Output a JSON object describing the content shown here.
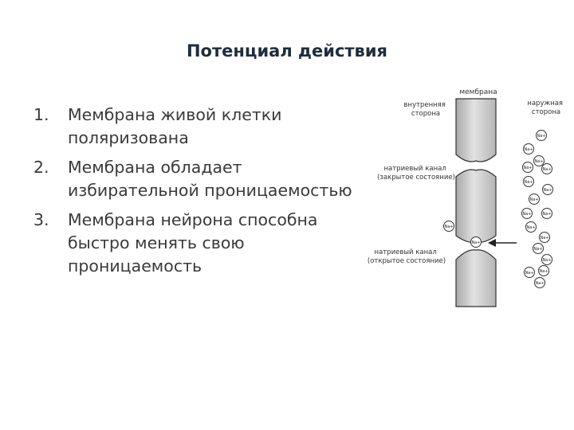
{
  "slide": {
    "title": "Потенциал действия",
    "items": [
      {
        "num": "1.",
        "text": "Мембрана живой клетки\nполяризована"
      },
      {
        "num": "2.",
        "text": "Мембрана обладает\nизбирательной проницаемостью"
      },
      {
        "num": "3.",
        "text": "Мембрана нейрона способна\nбыстро менять свою\nпроницаемость"
      }
    ]
  },
  "diagram": {
    "membrane_label": "мембрана",
    "inner_side": [
      "внутренняя",
      "сторона"
    ],
    "outer_side": [
      "наружная",
      "сторона"
    ],
    "closed_channel": [
      "натриевый канал",
      "(закрытое состояние)"
    ],
    "open_channel": [
      "натриевый канал",
      "(открытое состояние)"
    ],
    "ion_label": "Na+",
    "colors": {
      "title": "#1f2d3d",
      "text": "#3a3a3a",
      "membrane": "#c8c8c8",
      "outline": "#333333"
    }
  }
}
